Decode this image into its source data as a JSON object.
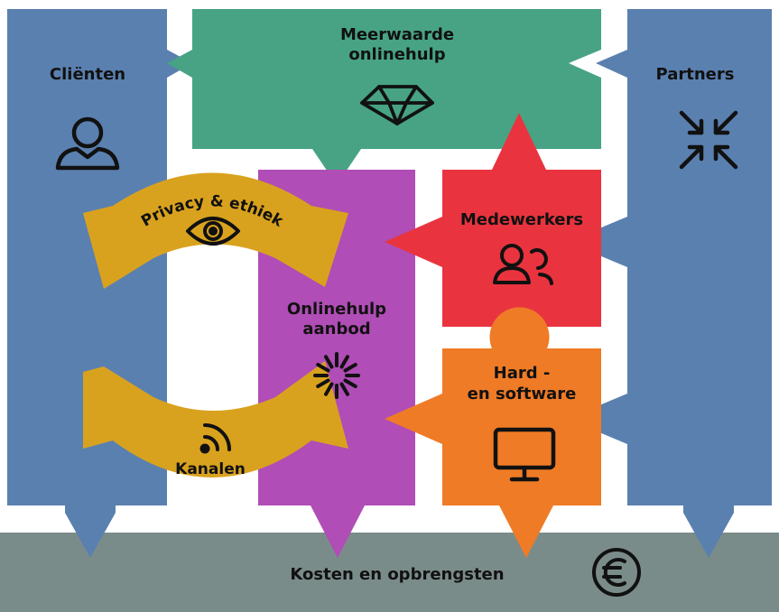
{
  "diagram": {
    "blocks": {
      "clienten": {
        "label": "Cliënten",
        "color": "#5a80b0",
        "icon": "person-icon"
      },
      "partners": {
        "label": "Partners",
        "color": "#5a80b0",
        "icon": "arrows-inward-icon"
      },
      "meerwaarde": {
        "line1": "Meerwaarde",
        "line2": "onlinehulp",
        "color": "#47a384",
        "icon": "diamond-icon"
      },
      "aanbod": {
        "line1": "Onlinehulp",
        "line2": "aanbod",
        "color": "#b04db6",
        "icon": "spinner-icon"
      },
      "medewerkers": {
        "label": "Medewerkers",
        "color": "#e9343f",
        "icon": "people-icon"
      },
      "hardware": {
        "line1": "Hard -",
        "line2": "en software",
        "color": "#ef7b26",
        "icon": "monitor-icon"
      },
      "kosten": {
        "label": "Kosten en opbrengsten",
        "color": "#7a8c89",
        "icon": "euro-icon"
      }
    },
    "cycle": {
      "privacy": {
        "label": "Privacy & ethiek",
        "icon": "eye-icon"
      },
      "kanalen": {
        "label": "Kanalen",
        "icon": "rss-icon"
      },
      "color": "#d9a21e"
    }
  }
}
